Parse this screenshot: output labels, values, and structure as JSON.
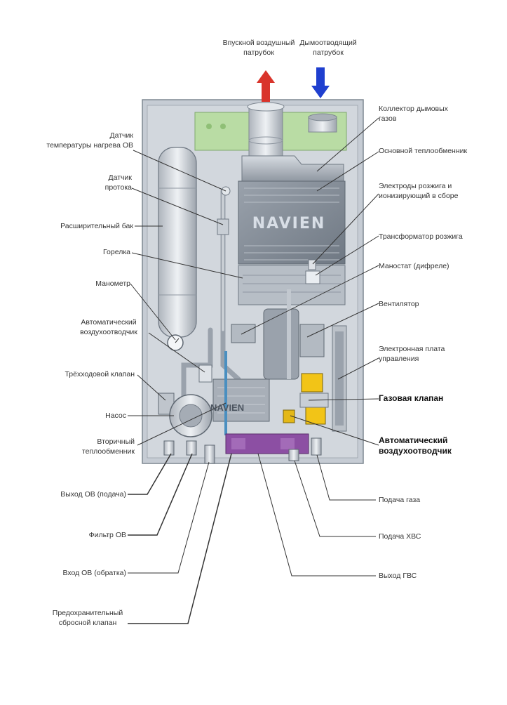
{
  "logo": {
    "main": "NAVIEN",
    "pump": "NAVIEN"
  },
  "labels": {
    "air_intake": [
      "Впускной воздушный",
      "патрубок"
    ],
    "flue_pipe": [
      "Дымоотводящий",
      "патрубок"
    ],
    "flue_collector": [
      "Коллектор  дымовых",
      "газов"
    ],
    "main_heat_exchanger": "Основной теплообменник",
    "electrodes": [
      "Электроды  розжига  и",
      "ионизирующий в сборе"
    ],
    "ignition_transformer": "Трансформатор розжига",
    "manostat": "Маностат (дифреле)",
    "fan": "Вентилятор",
    "control_board": [
      "Электронная плата",
      "управления"
    ],
    "gas_valve": "Газовая клапан",
    "auto_air_vent_right": [
      "Автоматический",
      "воздухоотводчик"
    ],
    "temp_sensor": [
      "Датчик",
      "температуры нагрева ОВ"
    ],
    "flow_sensor": [
      "Датчик",
      "протока"
    ],
    "expansion_tank": "Расширительный бак",
    "burner": "Горелка",
    "manometer": "Манометр",
    "auto_air_vent_left": [
      "Автоматический",
      "воздухоотводчик"
    ],
    "three_way_valve": "Трёхходовой   клапан",
    "pump": "Насос",
    "secondary_heat_exchanger": [
      "Вторичный",
      "теплообменник"
    ],
    "heating_supply_out": "Выход ОВ (подача)",
    "heating_filter": "Фильтр   ОВ",
    "heating_return_in": "Вход ОВ (обратка)",
    "safety_valve": [
      "Предохранительный",
      "сбросной клапан"
    ],
    "gas_supply": "Подача газа",
    "cold_water_in": "Подача ХВС",
    "hot_water_out": "Выход ГВС"
  },
  "colors": {
    "air_arrow": "#d9342b",
    "flue_arrow": "#1f3fcf",
    "casing": "#c6ccd4",
    "mounting_bracket": "#b9dca4",
    "outlet_block": "#8c4fa3",
    "gas_valve_body": "#f2c417",
    "leader_line": "#333333"
  }
}
